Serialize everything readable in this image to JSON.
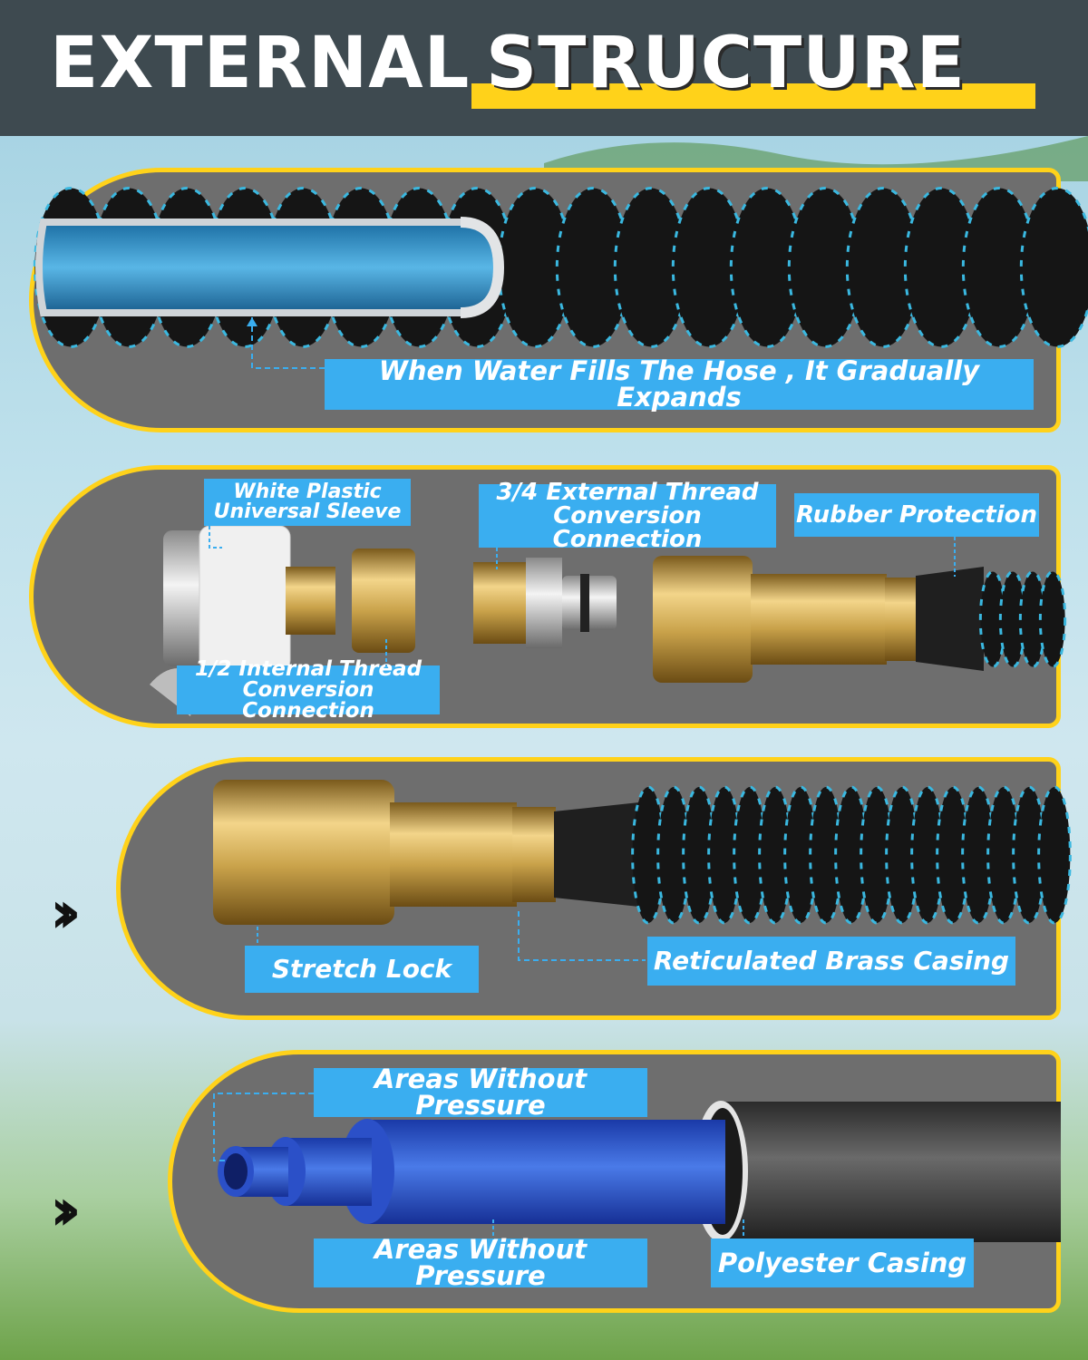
{
  "title": {
    "word1": "EXTERNAL",
    "word2": "STRUCTURE"
  },
  "panel1": {
    "caption": "When Water Fills The Hose , It Gradually Expands"
  },
  "panel2": {
    "sleeve_label_line1": "White Plastic",
    "sleeve_label_line2": "Universal Sleeve",
    "internal_thread_line1": "1/2 Internal Thread",
    "internal_thread_line2": "Conversion Connection",
    "external_thread_line1": "3/4 External Thread",
    "external_thread_line2": "Conversion Connection",
    "rubber_label": "Rubber Protection"
  },
  "panel3": {
    "stretch_lock_label": "Stretch Lock",
    "brass_casing_label": "Reticulated Brass Casing",
    "chevron": "››"
  },
  "panel4": {
    "top_label": "Areas Without Pressure",
    "bottom_label": "Areas Without Pressure",
    "casing_label": "Polyester Casing",
    "chevron": "››"
  },
  "colors": {
    "accent_yellow": "#ffd21a",
    "label_blue": "#3aaef0",
    "panel_gray": "#6e6e6e",
    "header_dark": "#3e4a50",
    "brass": "#c9a24a"
  }
}
